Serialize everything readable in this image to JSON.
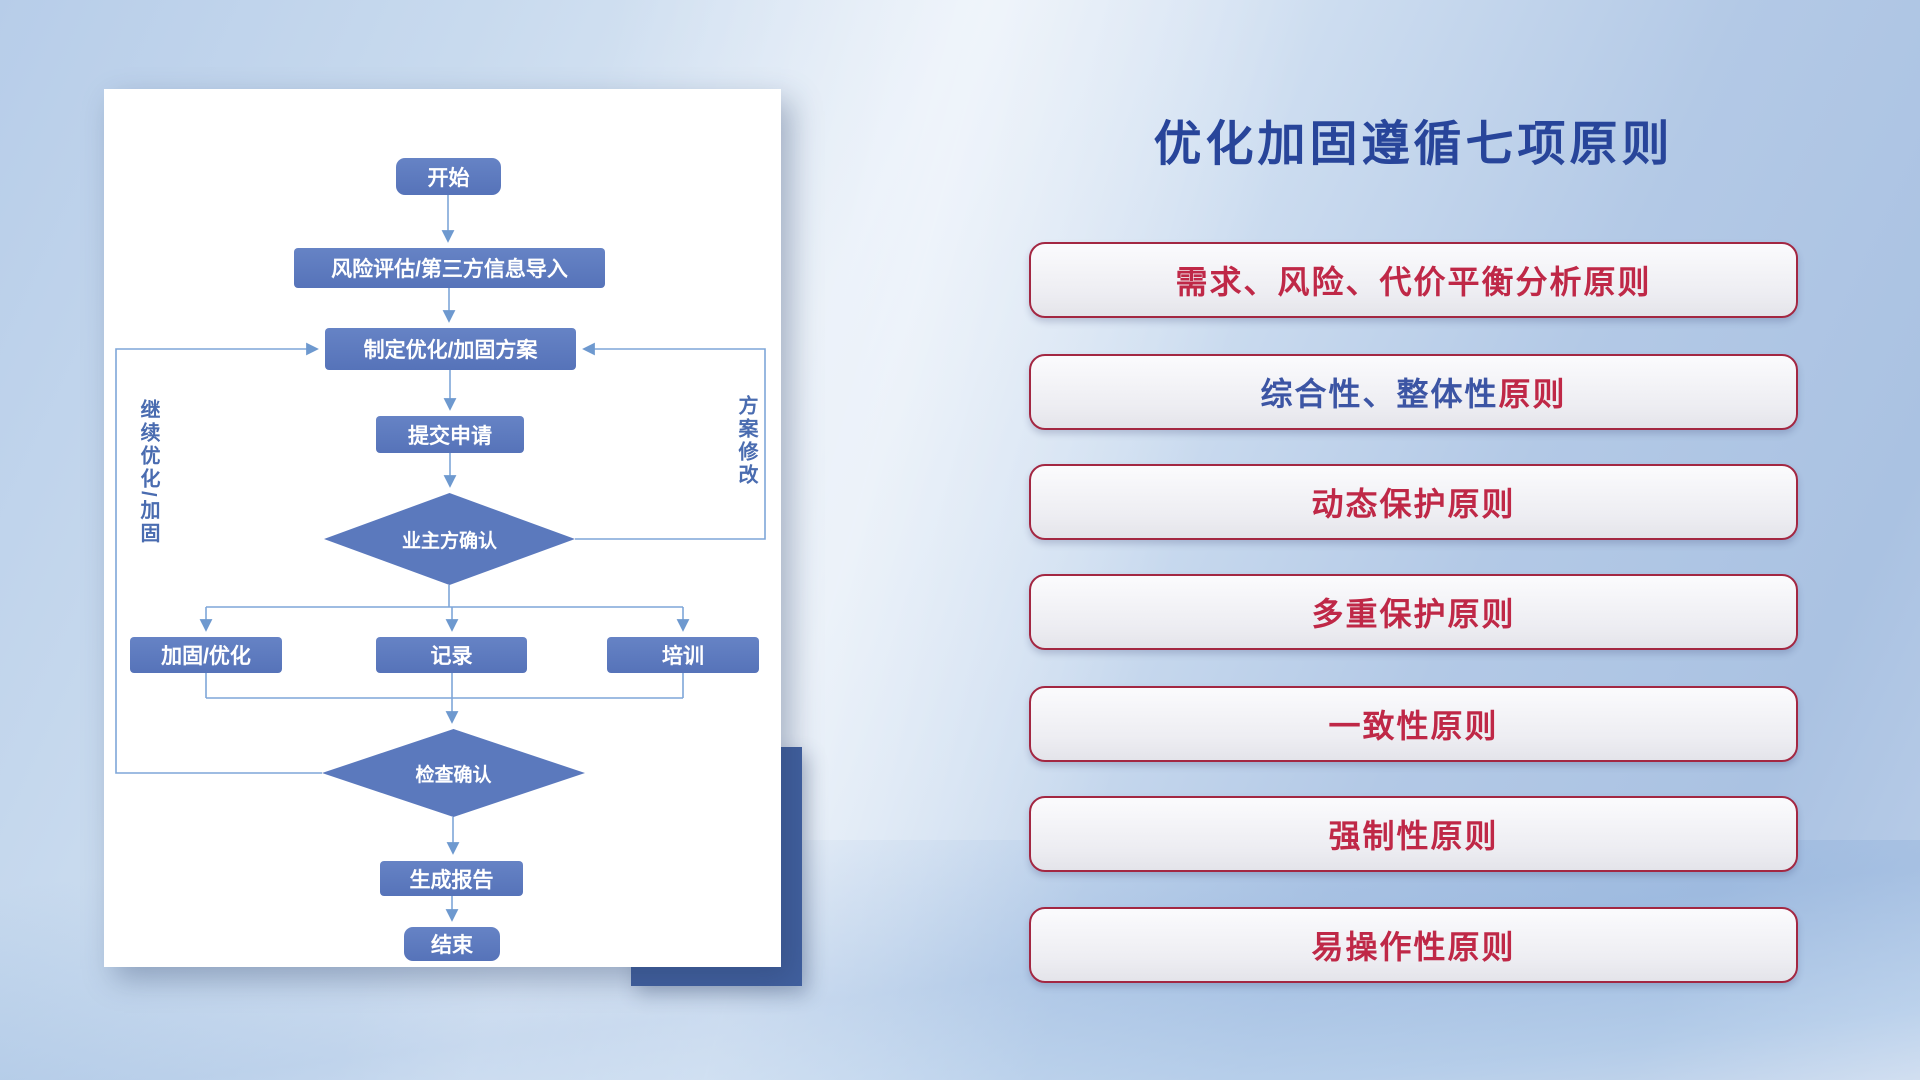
{
  "flowchart": {
    "nodes": {
      "start": "开始",
      "risk_import": "风险评估/第三方信息导入",
      "make_plan": "制定优化/加固方案",
      "submit": "提交申请",
      "owner_confirm": "业主方确认",
      "reinforce": "加固/优化",
      "record": "记录",
      "training": "培训",
      "check_confirm": "检查确认",
      "report": "生成报告",
      "end": "结束"
    },
    "loop_labels": {
      "continue": "继续优化/加固",
      "revise": "方案修改"
    },
    "colors": {
      "node_fill": "#5b79bd",
      "connector": "#7ea6d8",
      "loop_text": "#4a6cb0",
      "panel_background": "#ffffff",
      "accent_block": "#41609f"
    }
  },
  "principles": {
    "heading": "优化加固遵循七项原则",
    "heading_color": "#28459a",
    "box_border_color": "#a32742",
    "text_colors": {
      "red": "#bf2847",
      "blue": "#3c55a4"
    },
    "items": [
      {
        "segments": [
          {
            "text": "需求、风险、代价平衡分析原则",
            "color": "red"
          }
        ]
      },
      {
        "segments": [
          {
            "text": "综合性、整体性",
            "color": "blue"
          },
          {
            "text": "原则",
            "color": "red"
          }
        ]
      },
      {
        "segments": [
          {
            "text": "动态保护原则",
            "color": "red"
          }
        ]
      },
      {
        "segments": [
          {
            "text": "多重保护原则",
            "color": "red"
          }
        ]
      },
      {
        "segments": [
          {
            "text": "一致性原则",
            "color": "red"
          }
        ]
      },
      {
        "segments": [
          {
            "text": "强制性原则",
            "color": "red"
          }
        ]
      },
      {
        "segments": [
          {
            "text": "易操作性原则",
            "color": "red"
          }
        ]
      }
    ]
  }
}
